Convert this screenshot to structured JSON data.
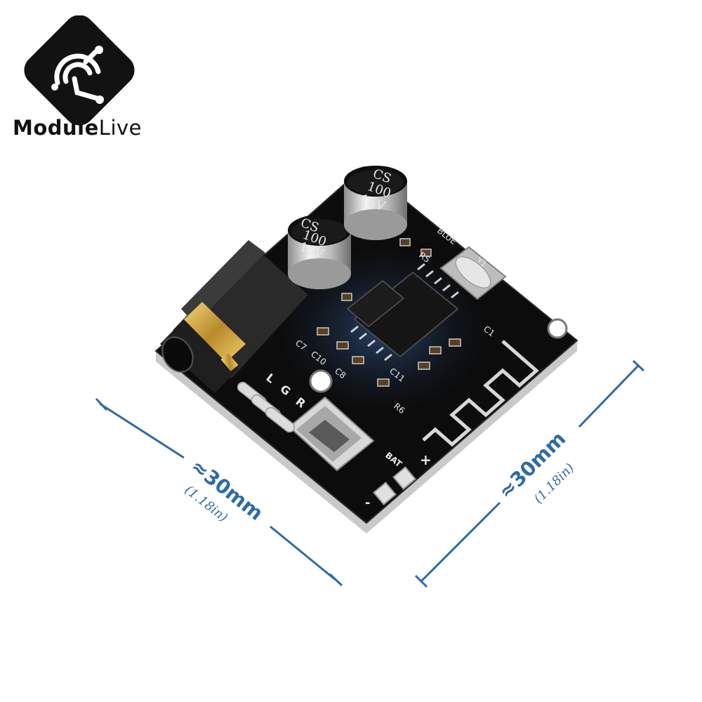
{
  "brand": {
    "part1": "Module",
    "part2": "Live"
  },
  "capacitor_left": {
    "line1": "CS",
    "line2": "100",
    "line3": "16V"
  },
  "capacitor_right": {
    "line1": "CS",
    "line2": "100",
    "line3": "16V"
  },
  "pcb_labels": {
    "blue": "BLUE",
    "r5": "R5",
    "y1": "Y1",
    "c1": "C1",
    "c7": "C7",
    "c10": "C10",
    "c8": "C8",
    "c11": "C11",
    "r6": "R6",
    "l": "L",
    "g": "G",
    "r": "R",
    "bat": "BAT",
    "plus": "+",
    "minus": "-"
  },
  "dimension_left": {
    "main": "≈30mm",
    "sub": "(1.18in)"
  },
  "dimension_right": {
    "main": "≈30mm",
    "sub": "(1.18in)"
  },
  "colors": {
    "pcb": "#0c0c0c",
    "dimension_line": "#2f6aa6",
    "silk": "#e8e8e8"
  }
}
